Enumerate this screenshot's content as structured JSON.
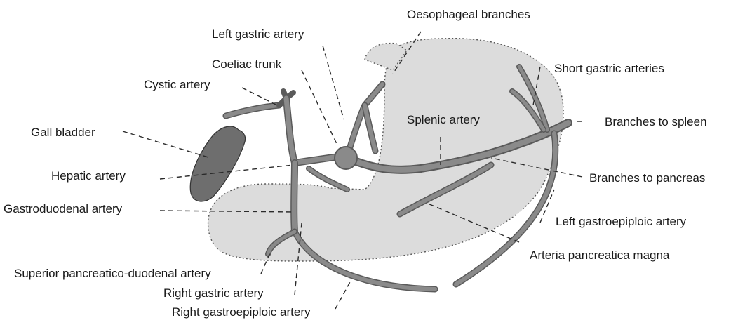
{
  "labels": {
    "oesophageal_branches": "Oesophageal branches",
    "left_gastric_artery": "Left gastric artery",
    "coeliac_trunk": "Coeliac trunk",
    "cystic_artery": "Cystic artery",
    "short_gastric_arteries": "Short gastric arteries",
    "gall_bladder": "Gall bladder",
    "splenic_artery": "Splenic artery",
    "branches_to_spleen": "Branches to spleen",
    "hepatic_artery": "Hepatic artery",
    "branches_to_pancreas": "Branches to pancreas",
    "gastroduodenal_artery": "Gastroduodenal artery",
    "left_gastroepiploic_artery": "Left gastroepiploic artery",
    "arteria_pancreatica_magna": "Arteria pancreatica magna",
    "superior_pancreatico_duodenal_artery": "Superior pancreatico-duodenal artery",
    "right_gastric_artery": "Right gastric artery",
    "right_gastroepiploic_artery": "Right gastroepiploic artery"
  },
  "colors": {
    "stomach_fill": "#dcdcdc",
    "gall_bladder_fill": "#6e6e6e",
    "artery": "#8a8a8a"
  }
}
